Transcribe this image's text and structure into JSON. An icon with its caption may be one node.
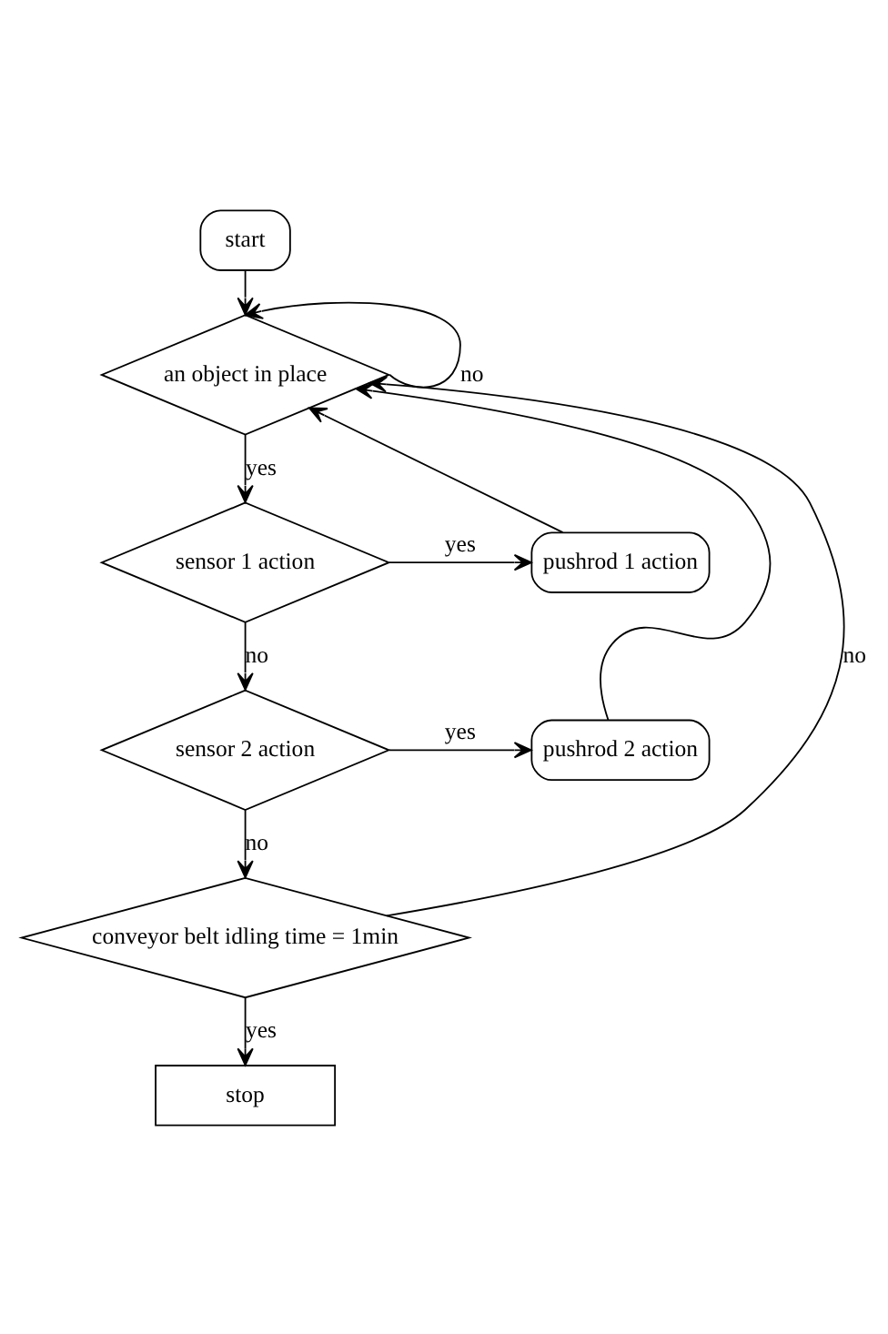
{
  "diagram": {
    "nodes": [
      {
        "text": [
          "start"
        ]
      },
      {
        "text": [
          "an object in place"
        ]
      },
      {
        "text": [
          "sensor 1 action"
        ]
      },
      {
        "text": [
          "pushrod 1 action"
        ]
      },
      {
        "text": [
          "sensor 2 action"
        ]
      },
      {
        "text": [
          "pushrod 2 action"
        ]
      },
      {
        "text": [
          "conveyor belt idling time = 1min"
        ]
      },
      {
        "text": [
          "stop"
        ]
      }
    ],
    "edges": [
      {
        "from": 0,
        "to": 1,
        "arrow": "to"
      },
      {
        "from": 1,
        "to": 1,
        "arrow": "to",
        "label": "no"
      },
      {
        "from": 1,
        "to": 2,
        "arrow": "to",
        "label": "yes"
      },
      {
        "from": 2,
        "to": 3,
        "arrow": "to",
        "label": "yes"
      },
      {
        "from": 3,
        "to": 1,
        "arrow": "to"
      },
      {
        "from": 2,
        "to": 4,
        "arrow": "to",
        "label": "no"
      },
      {
        "from": 4,
        "to": 5,
        "arrow": "to",
        "label": "yes"
      },
      {
        "from": 5,
        "to": 1,
        "arrow": "to"
      },
      {
        "from": 4,
        "to": 6,
        "arrow": "to",
        "label": "no"
      },
      {
        "from": 6,
        "to": 1,
        "arrow": "to",
        "label": "no"
      },
      {
        "from": 6,
        "to": 7,
        "arrow": "to",
        "label": "yes"
      }
    ]
  }
}
